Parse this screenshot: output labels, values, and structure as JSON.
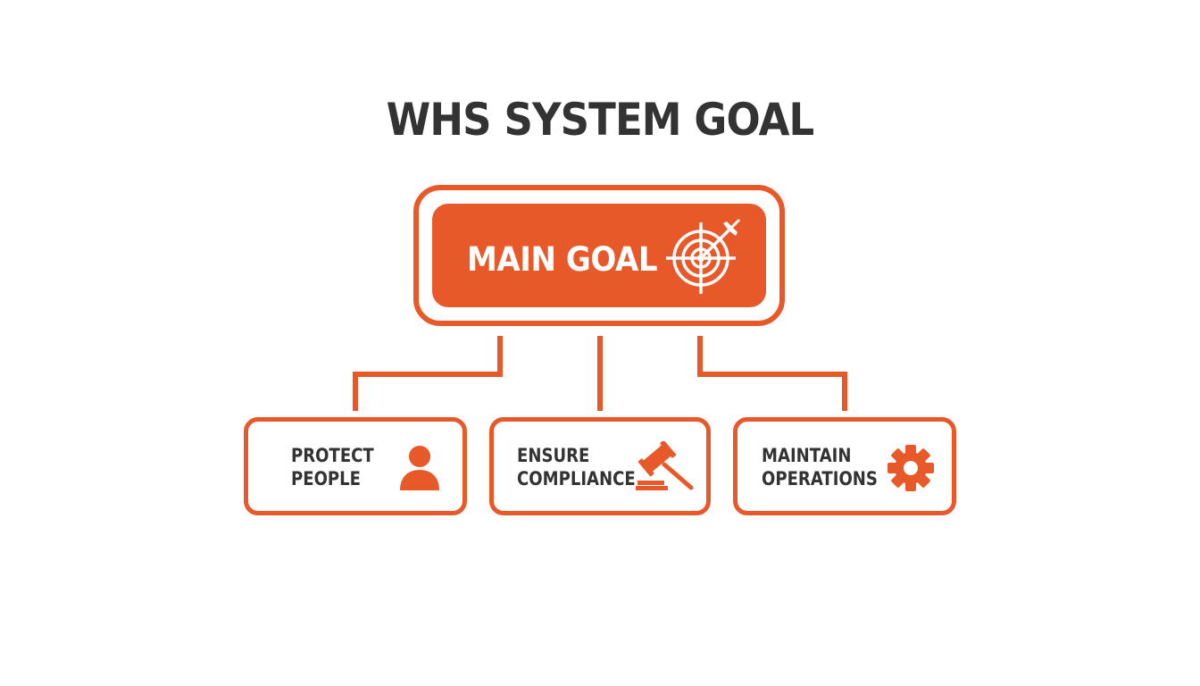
{
  "title": "WHS SYSTEM GOAL",
  "main_goal": {
    "label": "MAIN GOAL",
    "icon": "target-arrow-icon"
  },
  "children": [
    {
      "line1": "PROTECT",
      "line2": "PEOPLE",
      "icon": "person-icon"
    },
    {
      "line1": "ENSURE",
      "line2": "COMPLIANCE",
      "icon": "gavel-icon"
    },
    {
      "line1": "MAINTAIN",
      "line2": "OPERATIONS",
      "icon": "gear-icon"
    }
  ],
  "colors": {
    "accent": "#e8592a",
    "text": "#333333",
    "background": "#ffffff"
  }
}
